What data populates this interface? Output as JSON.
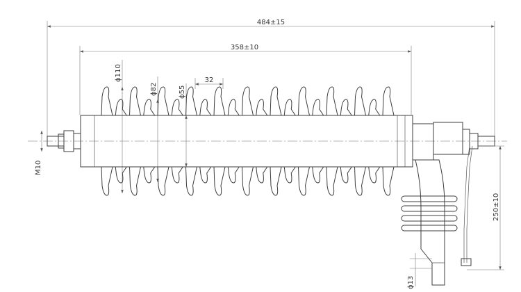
{
  "dimensions": {
    "overall_length": "484±15",
    "housing_length": "358±10",
    "shed_diameter_large": "ϕ110",
    "shed_diameter_small": "ϕ82",
    "core_diameter": "ϕ55",
    "shed_pitch": "32",
    "thread": "M10",
    "lead_length": "250±10",
    "hole_diameter": "ϕ13"
  },
  "colors": {
    "line": "#3c3c3c",
    "dimension": "#777777",
    "background": "#ffffff"
  }
}
